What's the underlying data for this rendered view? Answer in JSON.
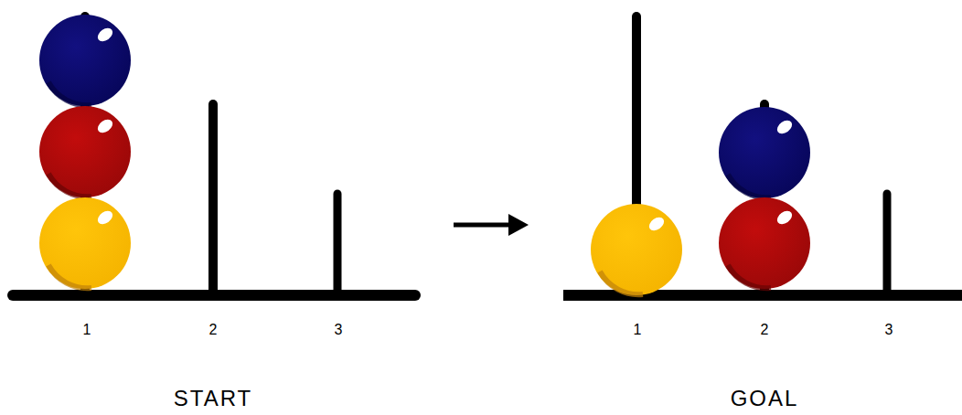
{
  "diagram": {
    "labels": [
      "1",
      "2",
      "3",
      "START",
      "1",
      "2",
      "3",
      "GOAL"
    ]
  }
}
